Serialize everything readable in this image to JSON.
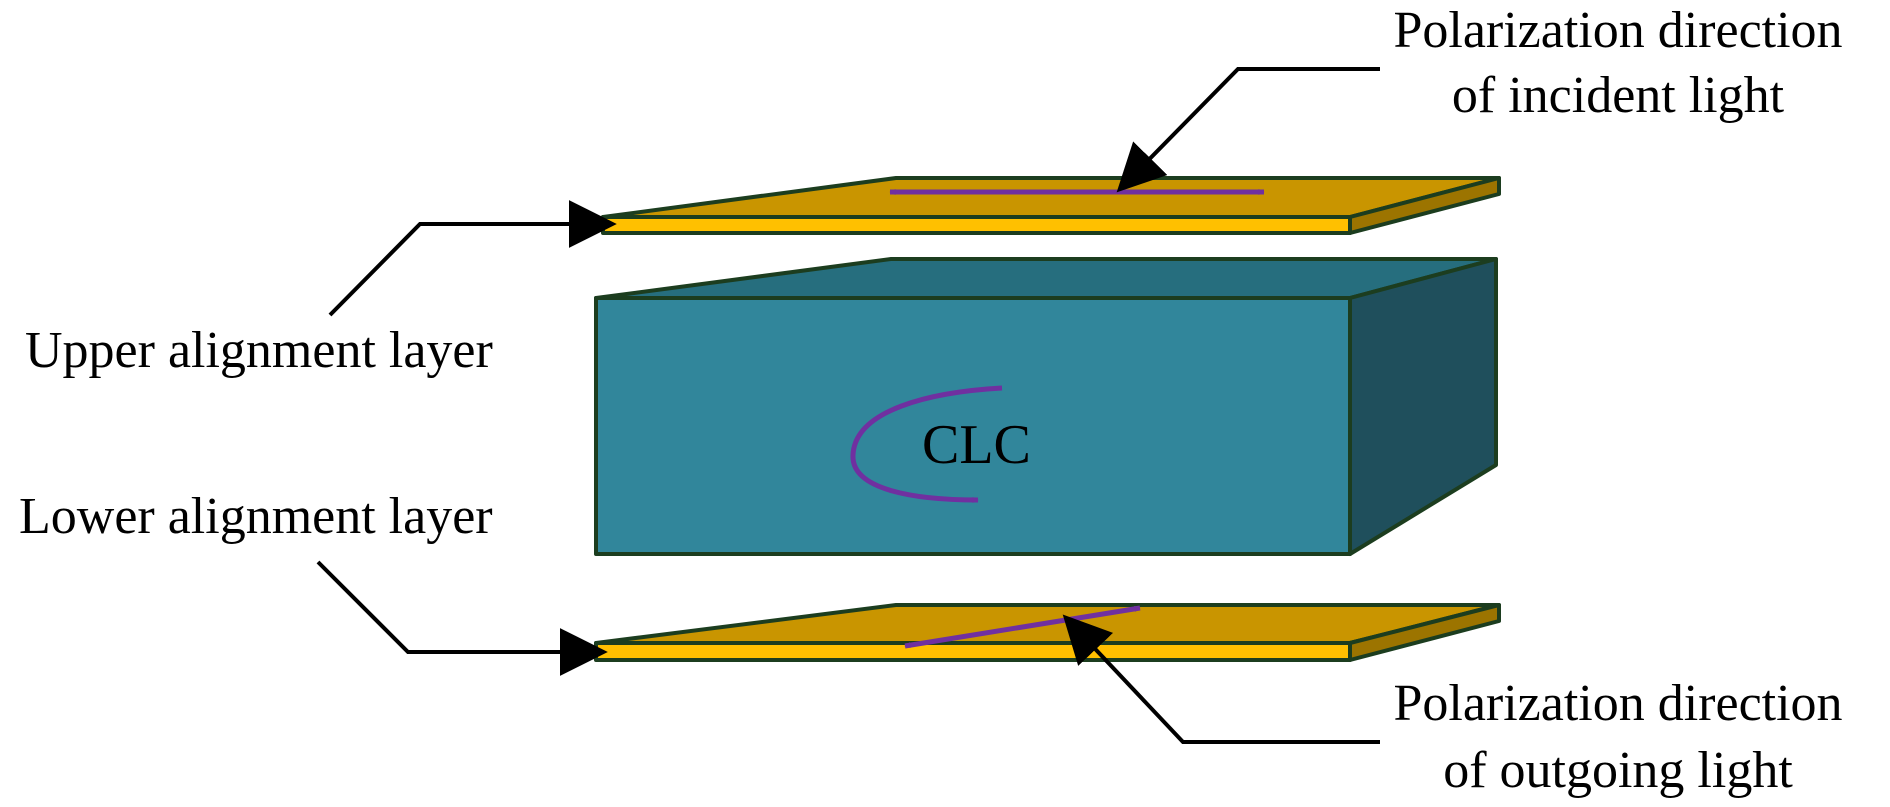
{
  "labels": {
    "upper_layer": "Upper alignment layer",
    "lower_layer": "Lower alignment layer",
    "clc": "CLC",
    "incident": [
      "Polarization direction",
      "of incident light"
    ],
    "outgoing": [
      "Polarization direction",
      "of outgoing light"
    ]
  },
  "colors": {
    "layer_top": "#c99500",
    "layer_front": "#ffc000",
    "layer_side": "#9c7400",
    "clc_front": "#31869b",
    "clc_top": "#266e7e",
    "clc_side": "#1f4f5c",
    "outline": "#1c3d1f",
    "polarization_arrow": "#7030a0",
    "leader": "#000000"
  }
}
